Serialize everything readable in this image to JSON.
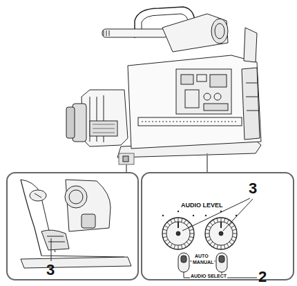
{
  "diagram": {
    "labels": [
      "3",
      "3",
      "AUDIO LEVEL",
      "AUTO",
      "MANUAL",
      "AUDIO SELECT",
      "2"
    ]
  }
}
